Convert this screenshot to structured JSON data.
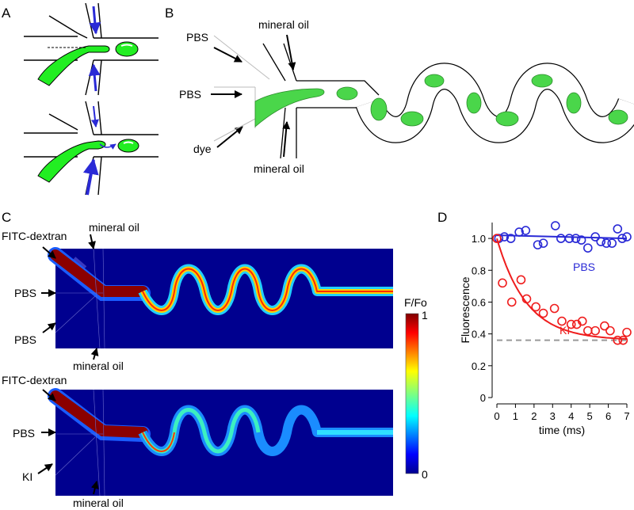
{
  "panels": {
    "A": {
      "letter": "A"
    },
    "B": {
      "letter": "B",
      "labels": {
        "pbs_top": "PBS",
        "pbs_mid": "PBS",
        "dye": "dye",
        "oil_top": "mineral oil",
        "oil_bottom": "mineral oil"
      }
    },
    "C": {
      "letter": "C",
      "top": {
        "fitc": "FITC-dextran",
        "oil_top": "mineral oil",
        "pbs_mid": "PBS",
        "pbs_low": "PBS",
        "oil_bottom": "mineral oil"
      },
      "bottom": {
        "fitc": "FITC-dextran",
        "pbs_mid": "PBS",
        "ki": "KI",
        "oil_bottom": "mineral oil"
      },
      "colorbar": {
        "title": "F/Fo",
        "max": "1",
        "min": "0"
      }
    },
    "D": {
      "letter": "D"
    }
  },
  "chart_data": {
    "type": "scatter",
    "title": "",
    "xlabel": "time (ms)",
    "ylabel": "Fluorescence",
    "xlim": [
      0,
      7
    ],
    "ylim": [
      0,
      1.1
    ],
    "xticks": [
      "0",
      "1",
      "2",
      "3",
      "4",
      "5",
      "6",
      "7"
    ],
    "yticks": [
      "0",
      "0.2",
      "0.4",
      "0.6",
      "0.8",
      "1.0"
    ],
    "reference_line": {
      "y": 0.36,
      "style": "dashed",
      "color": "#999999"
    },
    "series": [
      {
        "name": "PBS",
        "color": "#2a2ad6",
        "x": [
          0.1,
          0.4,
          0.75,
          1.2,
          1.55,
          2.2,
          2.5,
          3.15,
          3.45,
          3.9,
          4.25,
          4.55,
          4.9,
          5.3,
          5.6,
          5.9,
          6.2,
          6.5,
          6.75,
          7.0
        ],
        "y": [
          1.0,
          1.01,
          1.0,
          1.04,
          1.05,
          0.96,
          0.97,
          1.08,
          1.0,
          1.0,
          1.0,
          0.99,
          0.94,
          1.01,
          0.98,
          0.97,
          0.97,
          1.06,
          1.0,
          1.01
        ],
        "fit": {
          "type": "line",
          "y_start": 1.02,
          "y_end": 1.0
        }
      },
      {
        "name": "KI",
        "color": "#ef1d1d",
        "x": [
          0.0,
          0.3,
          0.8,
          1.3,
          1.6,
          2.1,
          2.5,
          3.1,
          3.5,
          4.0,
          4.3,
          4.6,
          4.9,
          5.3,
          5.8,
          6.1,
          6.5,
          6.8,
          7.0
        ],
        "y": [
          1.0,
          0.72,
          0.6,
          0.74,
          0.62,
          0.57,
          0.53,
          0.56,
          0.48,
          0.46,
          0.46,
          0.48,
          0.42,
          0.42,
          0.45,
          0.42,
          0.36,
          0.36,
          0.41
        ],
        "fit": {
          "type": "exponential",
          "y0": 1.0,
          "plateau": 0.36,
          "tau": 1.6
        }
      }
    ]
  }
}
